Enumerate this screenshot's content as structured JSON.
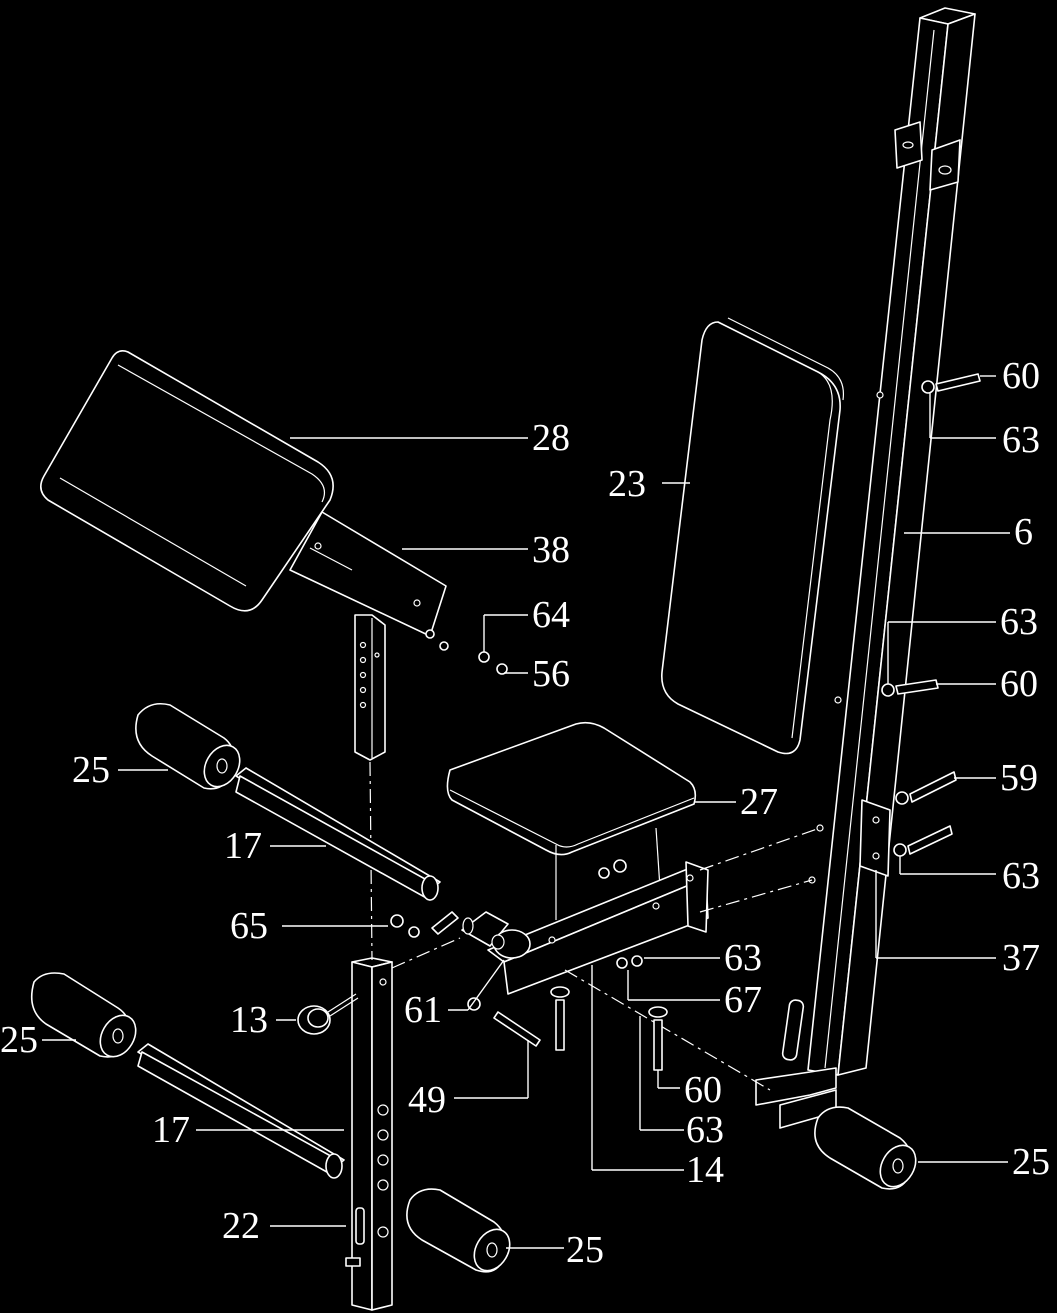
{
  "diagram": {
    "background_color": "#000000",
    "line_color": "#ffffff",
    "callouts": [
      {
        "id": "c-28",
        "label": "28"
      },
      {
        "id": "c-38",
        "label": "38"
      },
      {
        "id": "c-64",
        "label": "64"
      },
      {
        "id": "c-56",
        "label": "56"
      },
      {
        "id": "c-23",
        "label": "23"
      },
      {
        "id": "c-60a",
        "label": "60"
      },
      {
        "id": "c-63a",
        "label": "63"
      },
      {
        "id": "c-6",
        "label": "6"
      },
      {
        "id": "c-63b",
        "label": "63"
      },
      {
        "id": "c-60b",
        "label": "60"
      },
      {
        "id": "c-59",
        "label": "59"
      },
      {
        "id": "c-63c",
        "label": "63"
      },
      {
        "id": "c-37",
        "label": "37"
      },
      {
        "id": "c-27",
        "label": "27"
      },
      {
        "id": "c-25a",
        "label": "25"
      },
      {
        "id": "c-17a",
        "label": "17"
      },
      {
        "id": "c-65",
        "label": "65"
      },
      {
        "id": "c-13",
        "label": "13"
      },
      {
        "id": "c-61",
        "label": "61"
      },
      {
        "id": "c-63d",
        "label": "63"
      },
      {
        "id": "c-67",
        "label": "67"
      },
      {
        "id": "c-25b",
        "label": "25"
      },
      {
        "id": "c-49",
        "label": "49"
      },
      {
        "id": "c-60c",
        "label": "60"
      },
      {
        "id": "c-63e",
        "label": "63"
      },
      {
        "id": "c-17b",
        "label": "17"
      },
      {
        "id": "c-14",
        "label": "14"
      },
      {
        "id": "c-25c",
        "label": "25"
      },
      {
        "id": "c-22",
        "label": "22"
      },
      {
        "id": "c-25d",
        "label": "25"
      }
    ]
  }
}
